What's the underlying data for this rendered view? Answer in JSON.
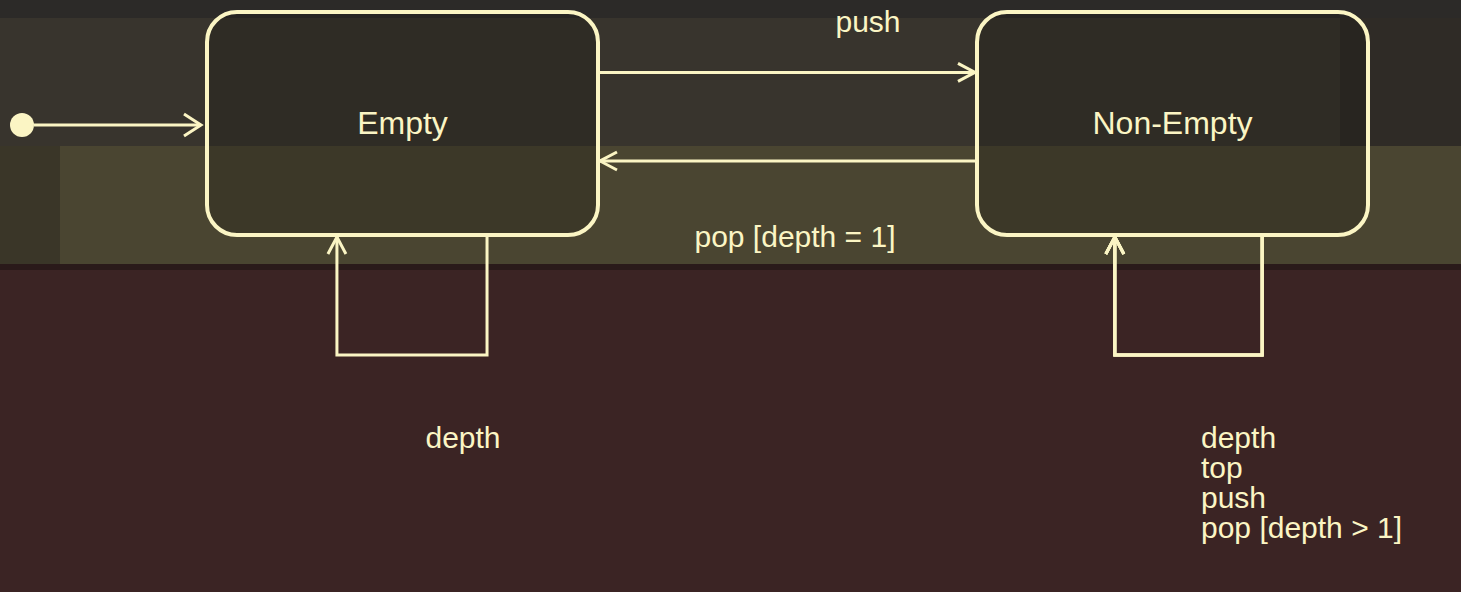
{
  "diagram": {
    "nodes": [
      {
        "text": [
          "Empty"
        ]
      },
      {
        "text": [
          "Non-Empty"
        ]
      }
    ],
    "edges": [
      {
        "from": 0,
        "to": 1,
        "label": "push",
        "arrow": "to"
      },
      {
        "from": 1,
        "to": 0,
        "label": "pop [depth = 1]",
        "arrow": "to"
      },
      {
        "from": 0,
        "to": 0,
        "label": "depth",
        "arrow": "to"
      },
      {
        "from": 1,
        "to": 1,
        "label": "depth",
        "arrow": "to"
      },
      {
        "from": 1,
        "to": 1,
        "label": "top",
        "arrow": "to"
      },
      {
        "from": 1,
        "to": 1,
        "label": "push",
        "arrow": "to"
      },
      {
        "from": 1,
        "to": 1,
        "label": "pop [depth > 1]",
        "arrow": "to"
      }
    ]
  }
}
